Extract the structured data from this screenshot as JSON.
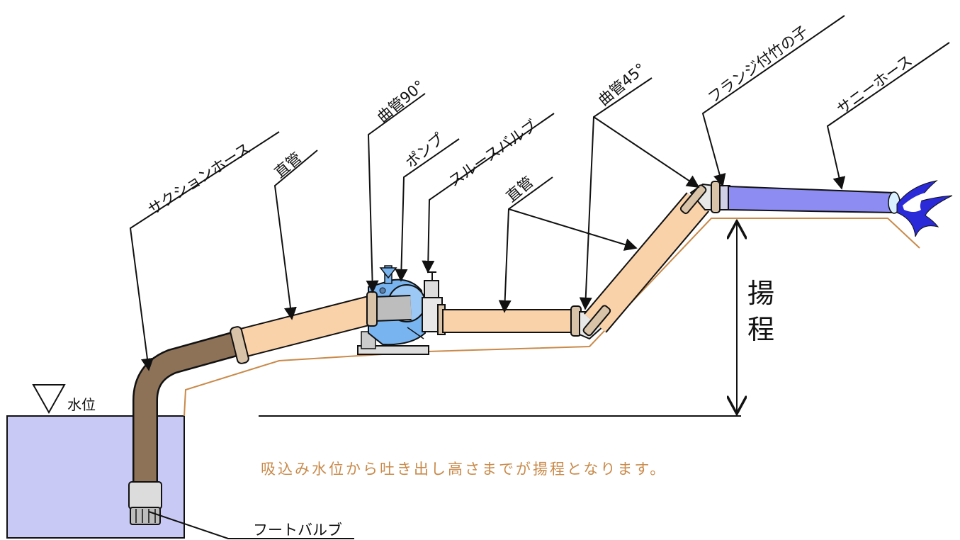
{
  "labels": {
    "suction_hose": "サクションホース",
    "straight_pipe_1": "直管",
    "elbow_90": "曲管90°",
    "pump": "ポンプ",
    "sluice_valve": "スルースバルブ",
    "straight_pipe_2": "直管",
    "elbow_45": "曲管45°",
    "flange_bamboo": "フランジ付竹の子",
    "sunny_hose": "サニーホース",
    "water_level": "水位",
    "foot_valve": "フートバルブ",
    "head_char_1": "揚",
    "head_char_2": "程",
    "caption": "吸込み水位から吐き出し高さまでが揚程となります。"
  },
  "colors": {
    "water": "#c9c9f5",
    "pipe": "#f9d2aa",
    "suction_hose": "#8d7258",
    "sunny_hose": "#8c8cf2",
    "pump": "#78b4f0",
    "ground_line": "#c98a4a",
    "caption": "#c98a4a",
    "spray": "#2a2ad8"
  }
}
